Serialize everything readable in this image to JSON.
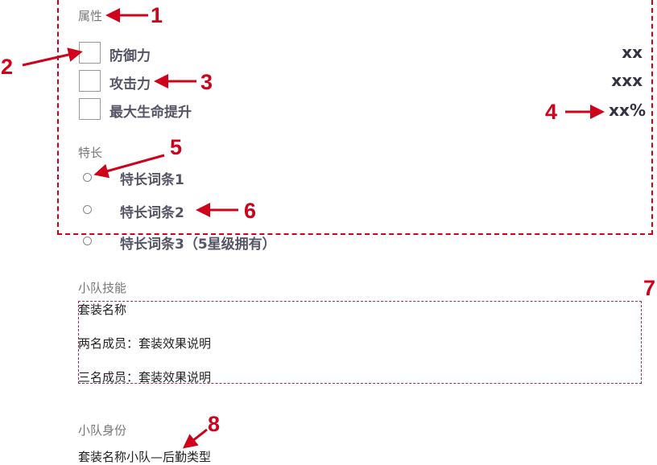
{
  "attributes": {
    "section_label": "属性",
    "items": [
      {
        "label": "防御力",
        "value": "xx"
      },
      {
        "label": "攻击力",
        "value": "xxx"
      },
      {
        "label": "最大生命提升",
        "value": "xx%"
      }
    ]
  },
  "specialties": {
    "section_label": "特长",
    "items": [
      {
        "label": "特长词条1"
      },
      {
        "label": "特长词条2"
      },
      {
        "label": "特长词条3（5星级拥有）"
      }
    ]
  },
  "team_skill": {
    "section_label": "小队技能",
    "set_name": "套装名称",
    "two_members": "两名成员：套装效果说明",
    "three_members": "三名成员：套装效果说明"
  },
  "team_identity": {
    "section_label": "小队身份",
    "value": "套装名称小队—后勤类型"
  },
  "annotations": {
    "n1": "1",
    "n2": "2",
    "n3": "3",
    "n4": "4",
    "n5": "5",
    "n6": "6",
    "n7": "7",
    "n8": "8"
  },
  "colors": {
    "annotation": "#d0021b"
  }
}
